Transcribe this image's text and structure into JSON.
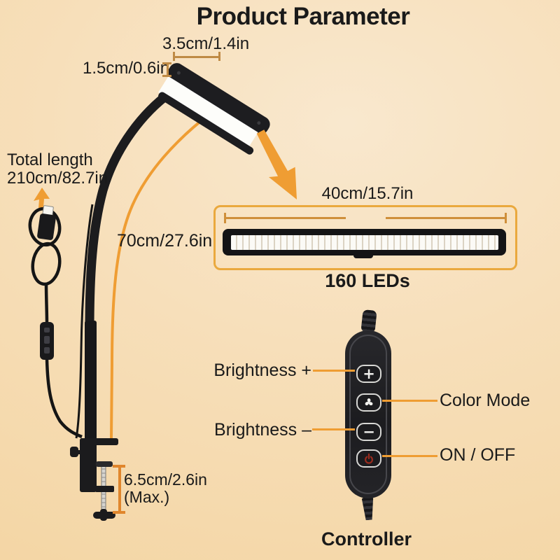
{
  "title": "Product Parameter",
  "dimensions": {
    "head_width": "3.5cm/1.4in",
    "head_thickness": "1.5cm/0.6in",
    "total_length_line1": "Total length",
    "total_length_line2": "210cm/82.7in",
    "pole_height": "70cm/27.6in",
    "clamp_max_line1": "6.5cm/2.6in",
    "clamp_max_line2": "(Max.)"
  },
  "led_bar": {
    "width": "40cm/15.7in",
    "count": "160 LEDs"
  },
  "controller": {
    "caption": "Controller",
    "labels": {
      "brightness_up": "Brightness +",
      "color_mode": "Color Mode",
      "brightness_down": "Brightness –",
      "on_off": "ON / OFF"
    },
    "button_glyphs": {
      "plus": "+",
      "minus": "−"
    },
    "button_icons": [
      "plus-icon",
      "fan-icon",
      "minus-icon",
      "power-icon"
    ]
  },
  "colors": {
    "accent": "#EF9D33",
    "bracket": "#BF8A45",
    "clamp_bracket": "#E0862C",
    "led_border": "#EAA93E",
    "dim_line": "#CF8F3A",
    "power_red": "#9B2B1D",
    "text": "#1A1A1A"
  }
}
